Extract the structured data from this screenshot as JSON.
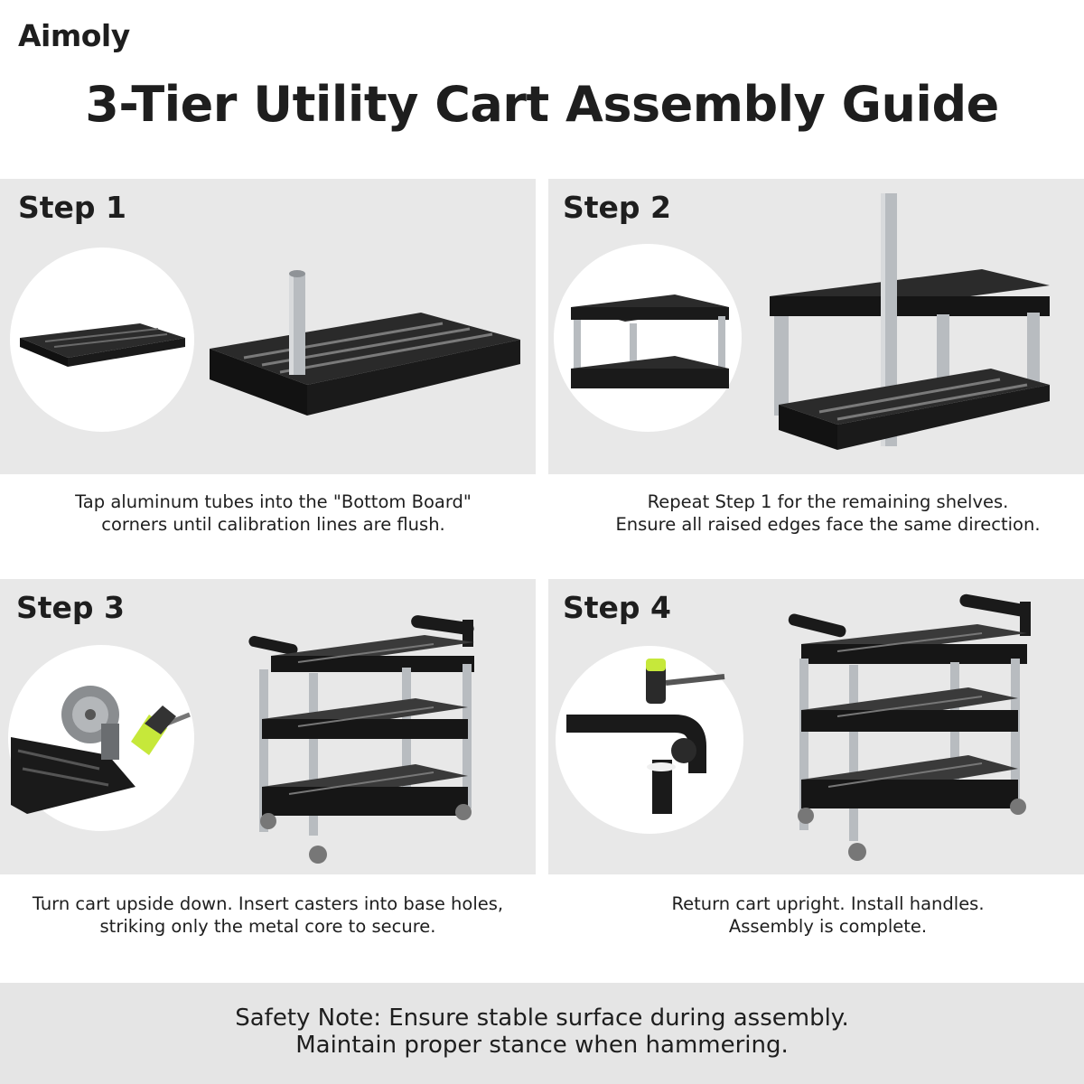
{
  "brand": "Aimoly",
  "title": "3-Tier Utility Cart Assembly Guide",
  "steps": [
    {
      "label": "Step 1",
      "caption_line1": "Tap aluminum tubes into the \"Bottom Board\"",
      "caption_line2": "corners until calibration lines are flush."
    },
    {
      "label": "Step 2",
      "caption_line1": "Repeat Step 1 for the remaining shelves.",
      "caption_line2": "Ensure all raised edges face the same direction."
    },
    {
      "label": "Step 3",
      "caption_line1": "Turn cart upside down. Insert casters into base holes,",
      "caption_line2": "striking only the metal core to secure."
    },
    {
      "label": "Step 4",
      "caption_line1": "Return cart upright. Install handles.",
      "caption_line2": "Assembly is complete."
    }
  ],
  "safety": {
    "line1": "Safety Note: Ensure stable surface during assembly.",
    "line2": "Maintain proper stance when hammering."
  },
  "colors": {
    "panel_bg": "#e8e8e8",
    "text": "#1e1e1e",
    "cart_black": "#1c1c1c",
    "tube_silver": "#b8bcc0",
    "mallet_green": "#c6e83a"
  }
}
